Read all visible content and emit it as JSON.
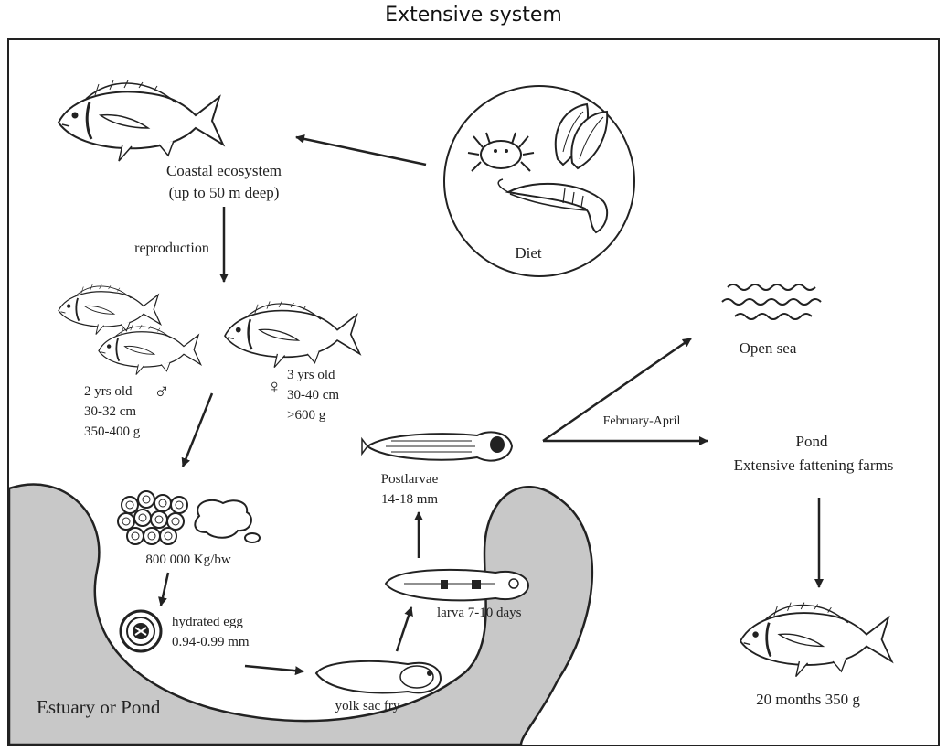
{
  "title": "Extensive system",
  "labels": {
    "coastal_line1": "Coastal ecosystem",
    "coastal_line2": "(up to 50 m deep)",
    "diet": "Diet",
    "reproduction": "reproduction",
    "open_sea": "Open sea",
    "male_age": "2 yrs old",
    "male_length": "30-32 cm",
    "male_weight": "350-400 g",
    "female_age": "3 yrs old",
    "female_length": "30-40 cm",
    "female_weight": ">600 g",
    "february_april": "February-April",
    "pond": "Pond",
    "pond_farms": "Extensive fattening farms",
    "postlarvae": "Postlarvae",
    "postlarvae_size": "14-18 mm",
    "eggs_count": "800 000 Kg/bw",
    "hydrated_egg": "hydrated egg",
    "hydrated_egg_size": "0.94-0.99 mm",
    "larva": "larva 7-10 days",
    "yolk_sac": "yolk sac fry",
    "estuary": "Estuary or Pond",
    "final": "20 months 350 g"
  },
  "symbols": {
    "male": "♂",
    "female": "♀"
  },
  "colors": {
    "water_area": "#c8c8c8",
    "line": "#222222"
  },
  "icons": [
    "fish-icon",
    "crab-icon",
    "mussel-icon",
    "shrimp-icon",
    "waves-icon",
    "egg-cluster-icon",
    "egg-mass-icon",
    "hydrated-egg-icon",
    "larva-icon"
  ]
}
